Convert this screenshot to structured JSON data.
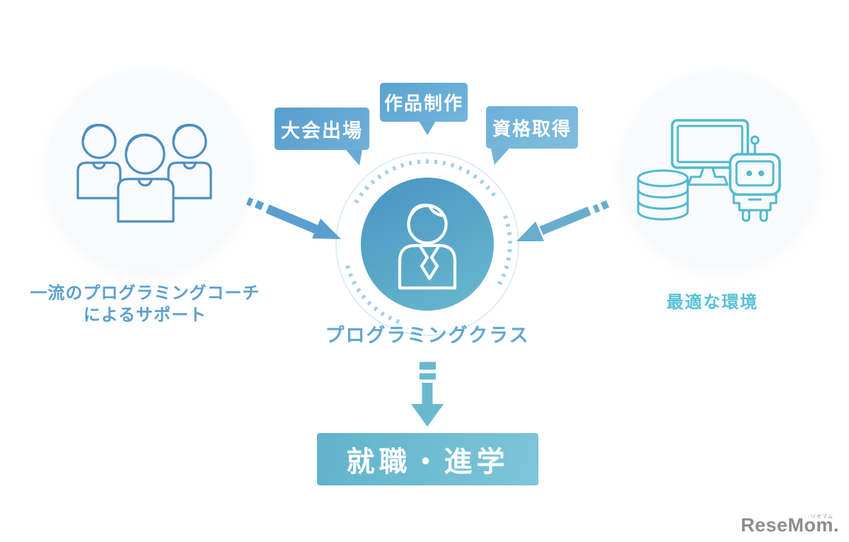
{
  "bubbles": [
    {
      "label": "大会出場"
    },
    {
      "label": "作品制作"
    },
    {
      "label": "資格取得"
    }
  ],
  "left_node": {
    "icon": "coaches-people-icon",
    "line1": "一流のプログラミングコーチ",
    "line2": "によるサポート"
  },
  "center_node": {
    "icon": "student-icon",
    "label": "プログラミングクラス"
  },
  "right_node": {
    "icon": "tech-environment-icon",
    "label": "最適な環境"
  },
  "outcome": {
    "label": "就職・進学"
  },
  "watermark": {
    "brand": "ReseMom.",
    "ruby": "リセマム"
  },
  "colors": {
    "bubble_blue": "#61a7d4",
    "left_text": "#5b9fd2",
    "center_text": "#5fa6d3",
    "right_text": "#55c1d8",
    "left_icon_stroke": "#4c8ec3",
    "right_icon_stroke": "#4fb9cf",
    "arrow_left": "#5b9fd0",
    "arrow_right": "#68adce",
    "arrow_down": "#68b9d0",
    "center_circle_top": "#4c96c4",
    "center_circle_bottom": "#65b5cd",
    "dotted_ring": "#a5cee8",
    "outcome_bg": "#6cbbd1",
    "watermark_gray": "#8d8d8d"
  }
}
